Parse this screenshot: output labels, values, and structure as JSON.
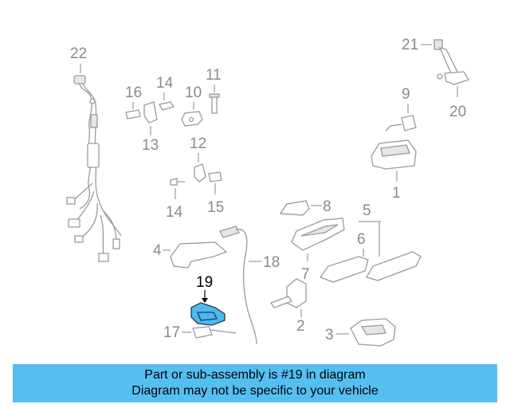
{
  "diagram": {
    "callouts": {
      "c1": "1",
      "c2": "2",
      "c3": "3",
      "c4": "4",
      "c5": "5",
      "c6": "6",
      "c7": "7",
      "c8": "8",
      "c9": "9",
      "c10": "10",
      "c11": "11",
      "c12": "12",
      "c13": "13",
      "c14a": "14",
      "c14b": "14",
      "c15": "15",
      "c16": "16",
      "c17": "17",
      "c18": "18",
      "c19": "19",
      "c20": "20",
      "c21": "21",
      "c22": "22"
    },
    "highlight_part": "19",
    "highlight_color": "#4fb8f0",
    "line_color": "#9a9a9a"
  },
  "caption": {
    "line1": "Part or sub-assembly is #19 in diagram",
    "line2": "Diagram may not be specific to your vehicle",
    "background": "#55bff2"
  }
}
